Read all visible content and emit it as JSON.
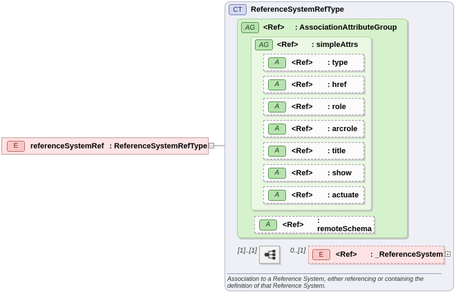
{
  "root": {
    "badge": "E",
    "name": "referenceSystemRef",
    "type": ": ReferenceSystemRefType"
  },
  "complex_type": {
    "badge": "CT",
    "name": "ReferenceSystemRefType"
  },
  "group_outer": {
    "badge": "AG",
    "ref": "<Ref>",
    "name": ": AssociationAttributeGroup"
  },
  "group_inner": {
    "badge": "AG",
    "ref": "<Ref>",
    "name": ": simpleAttrs"
  },
  "attributes": [
    {
      "badge": "A",
      "ref": "<Ref>",
      "name": ": type"
    },
    {
      "badge": "A",
      "ref": "<Ref>",
      "name": ": href"
    },
    {
      "badge": "A",
      "ref": "<Ref>",
      "name": ": role"
    },
    {
      "badge": "A",
      "ref": "<Ref>",
      "name": ": arcrole"
    },
    {
      "badge": "A",
      "ref": "<Ref>",
      "name": ": title"
    },
    {
      "badge": "A",
      "ref": "<Ref>",
      "name": ": show"
    },
    {
      "badge": "A",
      "ref": "<Ref>",
      "name": ": actuate"
    }
  ],
  "remote_schema": {
    "badge": "A",
    "ref": "<Ref>",
    "name": ": remoteSchema"
  },
  "sequence": {
    "cardinality": "[1]..[1]",
    "icon": "sequence-icon"
  },
  "child_element": {
    "badge": "E",
    "cardinality": "0..[1]",
    "ref": "<Ref>",
    "name": ": _ReferenceSystem"
  },
  "documentation": "Association to a Reference System, either referencing or containing the definition of that Reference System.",
  "colors": {
    "element_fill": "#fde3e3",
    "group_fill": "#d6f2cc",
    "type_fill": "#eef0f6"
  }
}
